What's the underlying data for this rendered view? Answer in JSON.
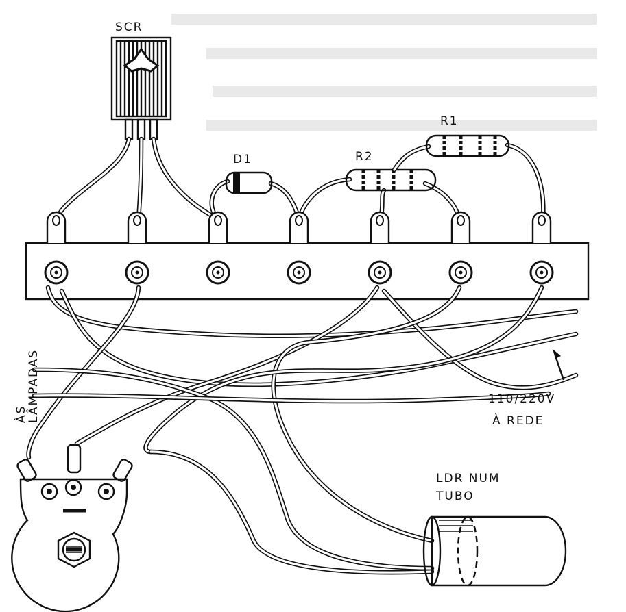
{
  "labels": {
    "scr": "SCR",
    "d1": "D1",
    "r2": "R2",
    "r1": "R1",
    "lampadas_line1": "ÀS",
    "lampadas_line2": "LÂMPADAS",
    "voltage": "110/220V",
    "rede": "À REDE",
    "ldr_line1": "LDR NUM",
    "ldr_line2": "TUBO"
  },
  "components": [
    "scr",
    "diode-d1",
    "resistor-r2",
    "resistor-r1",
    "terminal-strip",
    "potentiometer",
    "ldr-tube"
  ],
  "terminal_count": 7,
  "colors": {
    "ink": "#111111",
    "paper": "#ffffff"
  }
}
